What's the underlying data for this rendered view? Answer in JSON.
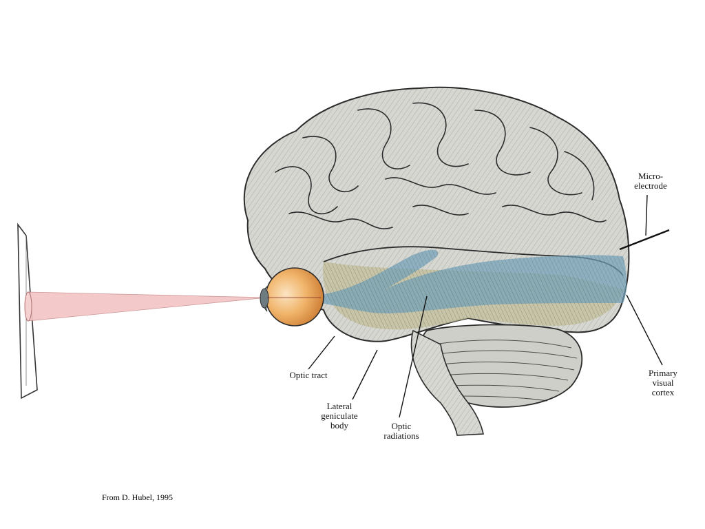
{
  "diagram": {
    "labels": {
      "microelectrode": "Micro-\nelectrode",
      "optic_tract": "Optic tract",
      "lateral_geniculate": "Lateral\ngeniculate\nbody",
      "optic_radiations": "Optic\nradiations",
      "primary_visual_cortex": "Primary\nvisual\ncortex"
    },
    "caption": "From D. Hubel, 1995",
    "colors": {
      "visual_beam": "#f2c4c4",
      "eye": "#e9a54f",
      "visual_pathway": "#6f9fb8",
      "brain": "#c9c9c4",
      "brainstem": "#a9a58a"
    }
  }
}
